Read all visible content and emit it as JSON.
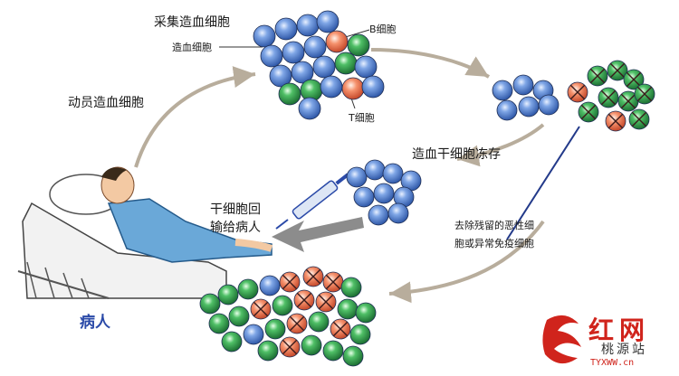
{
  "labels": {
    "collect": "采集造血细胞",
    "hsc": "造血细胞",
    "bcell": "B细胞",
    "tcell": "T细胞",
    "mobilize": "动员造血细胞",
    "freeze": "造血干细胞冻存",
    "reinfuse_line1": "干细胞回",
    "reinfuse_line2": "输给病人",
    "purge_line1": "去除残留的恶性细",
    "purge_line2": "胞或异常免疫细胞",
    "patient": "病人"
  },
  "watermark": {
    "name": "红网",
    "sub": "桃源站",
    "url": "TYXWW.cn"
  },
  "colors": {
    "blue_cell": "#4a78c8",
    "green_cell": "#2f9a4a",
    "orange_cell": "#f07a52",
    "arrow": "#b8ad9c",
    "big_arrow": "#8c8c8c",
    "brand_red": "#d0241c"
  }
}
